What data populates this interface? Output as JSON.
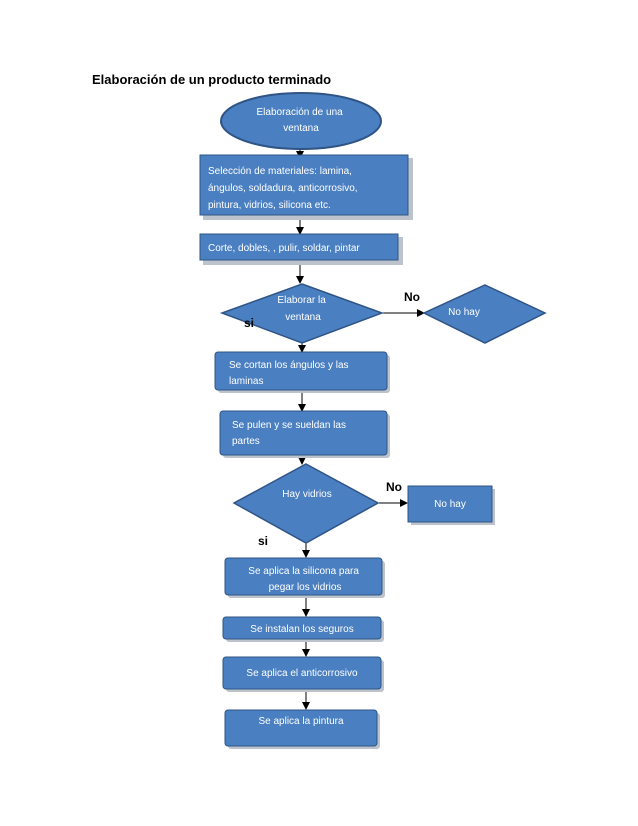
{
  "title": "Elaboración de un producto terminado",
  "colors": {
    "fill": "#4a7fc1",
    "border": "#2f5485",
    "shadow": "#bcc3cc",
    "text": "#ffffff"
  },
  "flowchart": {
    "start": {
      "lines": [
        "Elaboración de una",
        "ventana"
      ]
    },
    "materials": {
      "lines": [
        "Selección de materiales: lamina,",
        "ángulos, soldadura, anticorrosivo,",
        "pintura, vidrios, silicona etc."
      ]
    },
    "process": {
      "lines": [
        "Corte, dobles, , pulir, soldar, pintar"
      ]
    },
    "decision1": {
      "lines": [
        "Elaborar la",
        "ventana"
      ]
    },
    "no1_box": {
      "lines": [
        "No hay"
      ]
    },
    "step_cut": {
      "lines": [
        "Se cortan los ángulos  y las",
        "laminas"
      ]
    },
    "step_polish": {
      "lines": [
        "Se pulen y se sueldan las",
        "partes"
      ]
    },
    "decision2": {
      "lines": [
        "Hay vidrios"
      ]
    },
    "no2_box": {
      "lines": [
        "No hay"
      ]
    },
    "step_silicone": {
      "lines": [
        "Se aplica la silicona para",
        "pegar los vidrios"
      ]
    },
    "step_locks": {
      "lines": [
        "Se instalan los seguros"
      ]
    },
    "step_anticorrosive": {
      "lines": [
        "Se aplica el anticorrosivo"
      ]
    },
    "step_paint": {
      "lines": [
        "Se aplica la pintura"
      ]
    },
    "labels": {
      "no1": "No",
      "si1": "si",
      "no2": "No",
      "si2": "si"
    }
  }
}
